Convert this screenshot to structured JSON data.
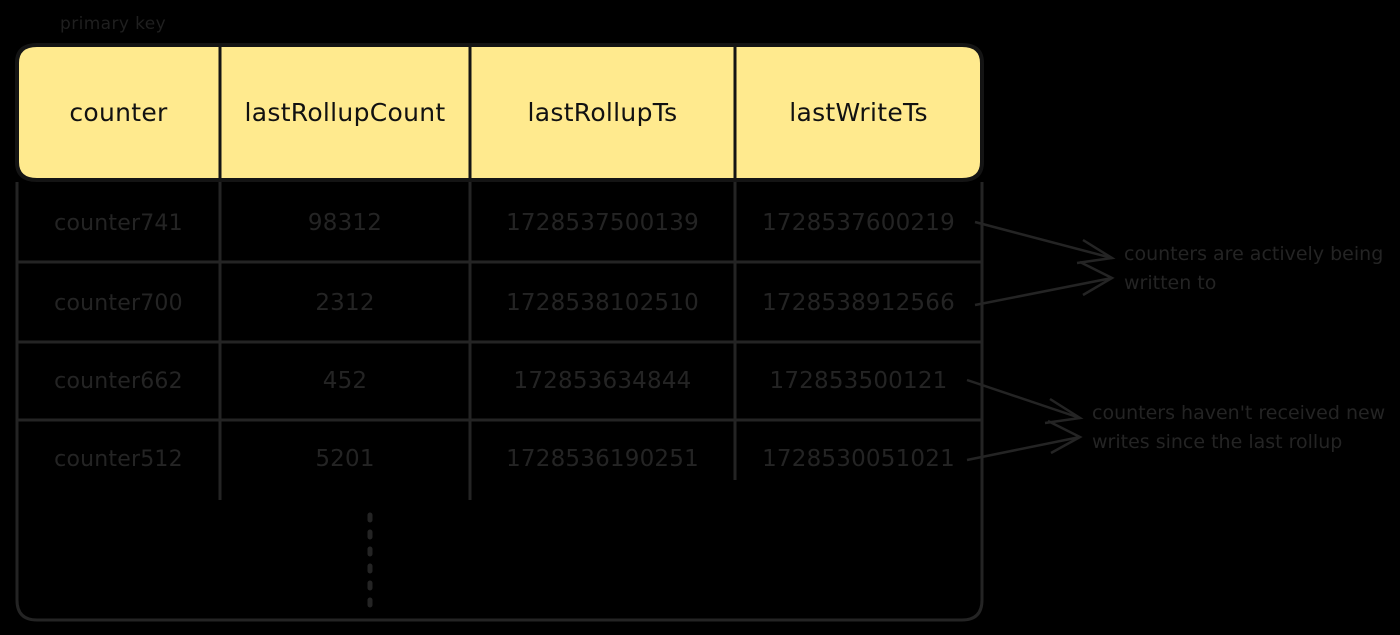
{
  "caption": {
    "primary_key_label": "primary key"
  },
  "table": {
    "headers": [
      "counter",
      "lastRollupCount",
      "lastRollupTs",
      "lastWriteTs"
    ],
    "rows": [
      {
        "counter": "counter741",
        "lastRollupCount": "98312",
        "lastRollupTs": "1728537500139",
        "lastWriteTs": "1728537600219"
      },
      {
        "counter": "counter700",
        "lastRollupCount": "2312",
        "lastRollupTs": "1728538102510",
        "lastWriteTs": "1728538912566"
      },
      {
        "counter": "counter662",
        "lastRollupCount": "452",
        "lastRollupTs": "172853634844",
        "lastWriteTs": "172853500121"
      },
      {
        "counter": "counter512",
        "lastRollupCount": "5201",
        "lastRollupTs": "1728536190251",
        "lastWriteTs": "1728530051021"
      }
    ],
    "continuation": "vertical-dots"
  },
  "annotations": {
    "active": "counters are actively being written to",
    "stale": "counters haven't received new writes since the last rollup"
  },
  "colors": {
    "background": "#000000",
    "header_fill": "#FFEA8E",
    "line": "#242424",
    "header_text": "#111111",
    "body_text": "#242424",
    "annotation_text": "#242424"
  }
}
